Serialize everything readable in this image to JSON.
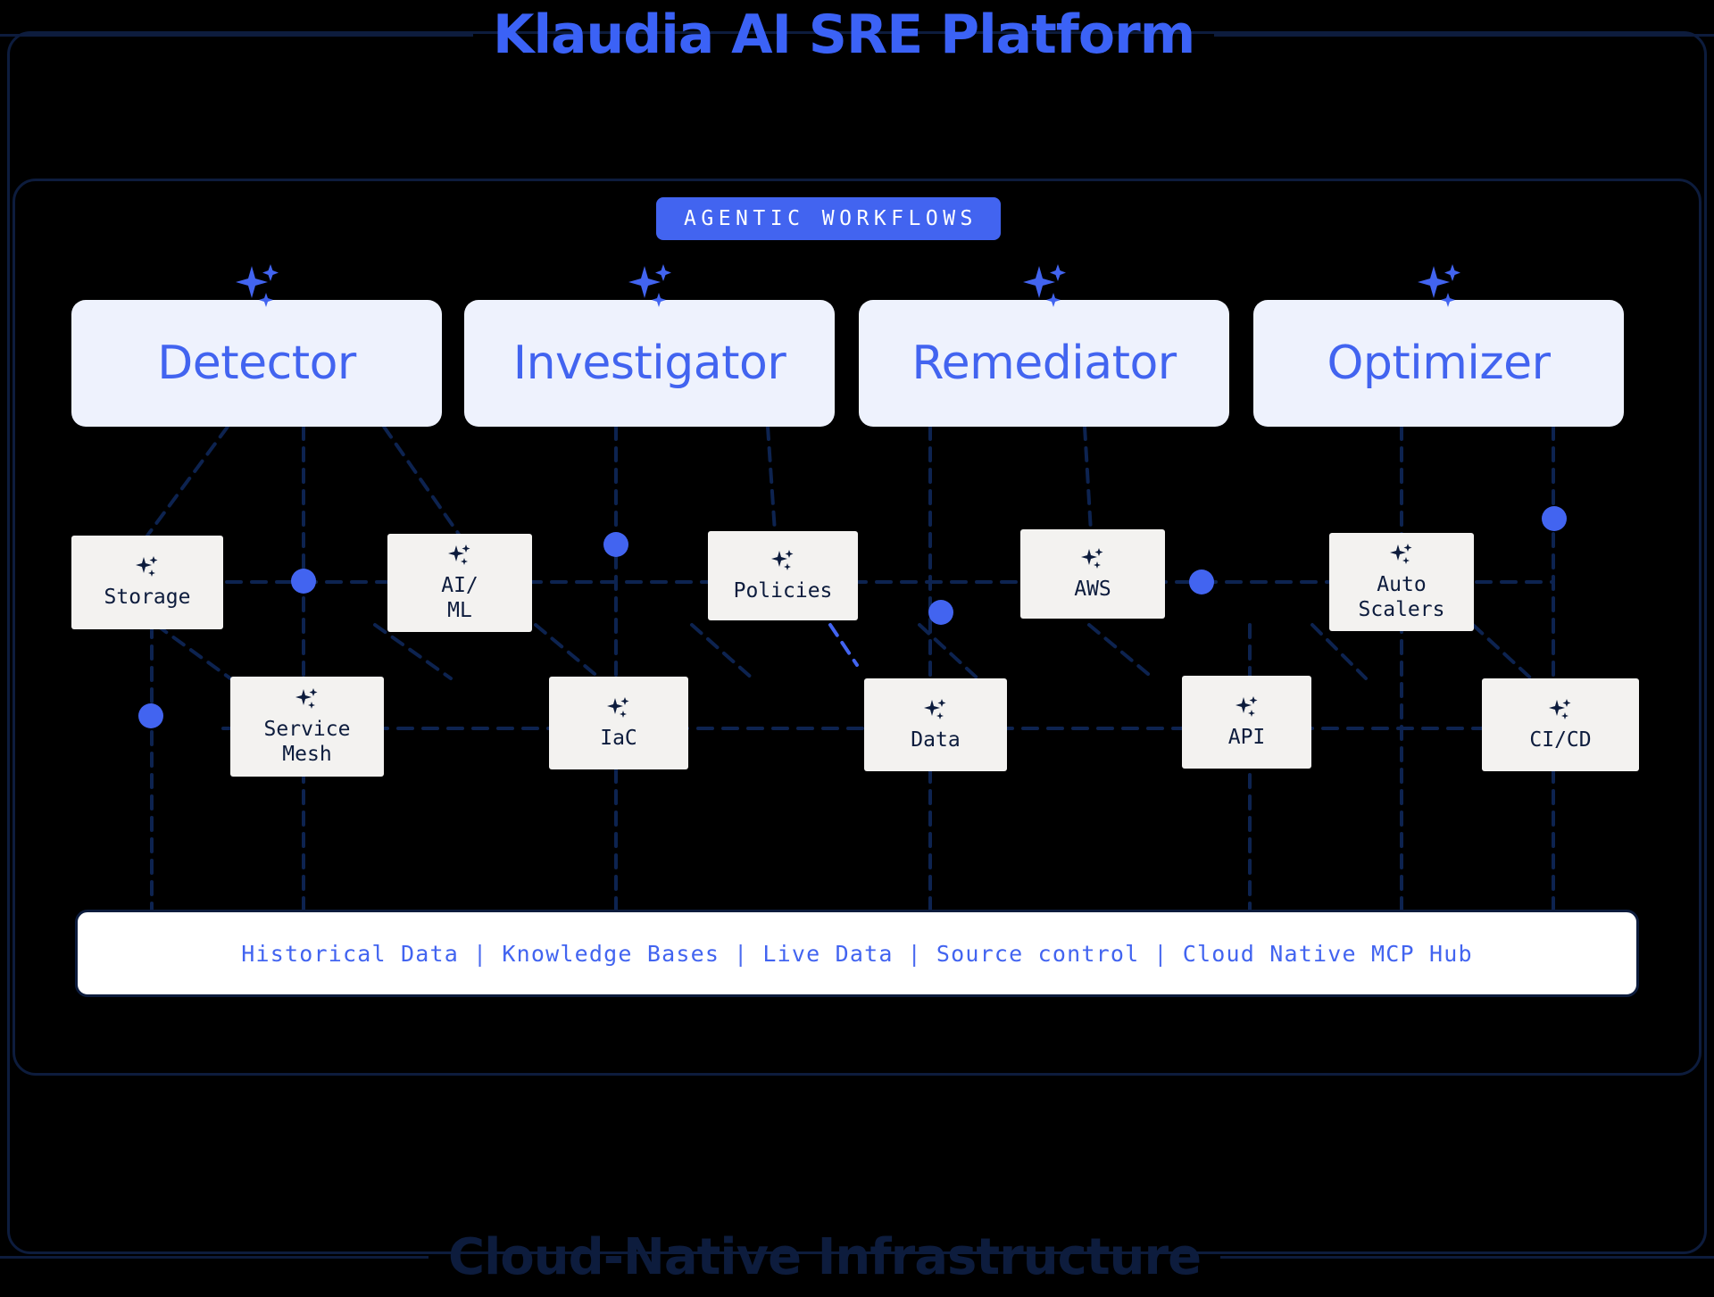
{
  "header": {
    "title": "Klaudia AI SRE Platform",
    "title_color": "#3b62f6"
  },
  "footer": {
    "title": "Cloud-Native Infrastructure",
    "title_color": "#0d1c3d"
  },
  "badge": {
    "label": "AGENTIC WORKFLOWS",
    "bg_color": "#4264f0",
    "text_color": "#ffffff"
  },
  "agents": [
    {
      "label": "Detector",
      "icon": "sparkle-icon"
    },
    {
      "label": "Investigator",
      "icon": "sparkle-icon"
    },
    {
      "label": "Remediator",
      "icon": "sparkle-icon"
    },
    {
      "label": "Optimizer",
      "icon": "sparkle-icon"
    }
  ],
  "nodes_row1": [
    {
      "label": "Storage",
      "icon": "sparkle-icon"
    },
    {
      "label": "AI/\nML",
      "icon": "sparkle-icon"
    },
    {
      "label": "Policies",
      "icon": "sparkle-icon"
    },
    {
      "label": "AWS",
      "icon": "sparkle-icon"
    },
    {
      "label": "Auto\nScalers",
      "icon": "sparkle-icon"
    }
  ],
  "nodes_row2": [
    {
      "label": "Service\nMesh",
      "icon": "sparkle-icon"
    },
    {
      "label": "IaC",
      "icon": "sparkle-icon"
    },
    {
      "label": "Data",
      "icon": "sparkle-icon"
    },
    {
      "label": "API",
      "icon": "sparkle-icon"
    },
    {
      "label": "CI/CD",
      "icon": "sparkle-icon"
    }
  ],
  "sources": {
    "items": [
      "Historical Data",
      "Knowledge Bases",
      "Live Data",
      "Source control",
      "Cloud Native MCP Hub"
    ],
    "separator": "|",
    "text_color": "#4264f0",
    "bg_color": "#ffffff"
  },
  "theme": {
    "background": "#000000",
    "frame_border": "#0d1c3d",
    "accent_blue": "#4264f0",
    "agent_card_bg": "#eef2fd",
    "node_bg": "#f3f2f0",
    "node_text": "#0d1c3d"
  }
}
